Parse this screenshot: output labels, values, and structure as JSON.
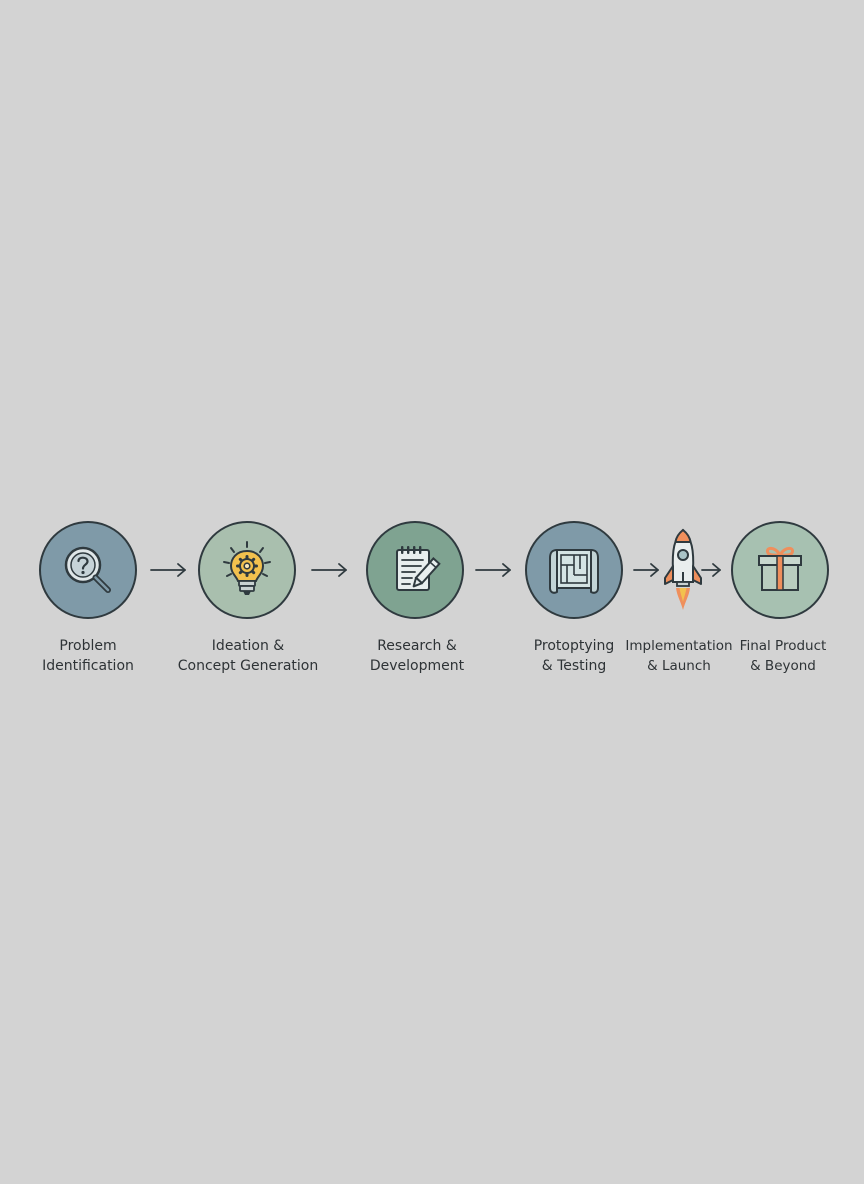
{
  "colors": {
    "background": "#d3d3d3",
    "outline": "#2f3a3f",
    "slate_blue": "#7f9aa8",
    "sage": "#a9bfae",
    "teal": "#7fa391",
    "mint": "#a7c1b1",
    "yellow": "#f2c14e",
    "orange": "#ef8f5c"
  },
  "steps": [
    {
      "icon": "magnifier-question-icon",
      "label_line1": "Problem",
      "label_line2": "Identification"
    },
    {
      "icon": "lightbulb-gear-icon",
      "label_line1": "Ideation &",
      "label_line2": "Concept Generation"
    },
    {
      "icon": "notepad-pencil-icon",
      "label_line1": "Research &",
      "label_line2": "Development"
    },
    {
      "icon": "blueprint-scroll-icon",
      "label_line1": "Protoptying",
      "label_line2": "& Testing"
    },
    {
      "icon": "rocket-icon",
      "label_line1": "Implementation",
      "label_line2": "& Launch"
    },
    {
      "icon": "gift-box-icon",
      "label_line1": "Final Product",
      "label_line2": "& Beyond"
    }
  ]
}
